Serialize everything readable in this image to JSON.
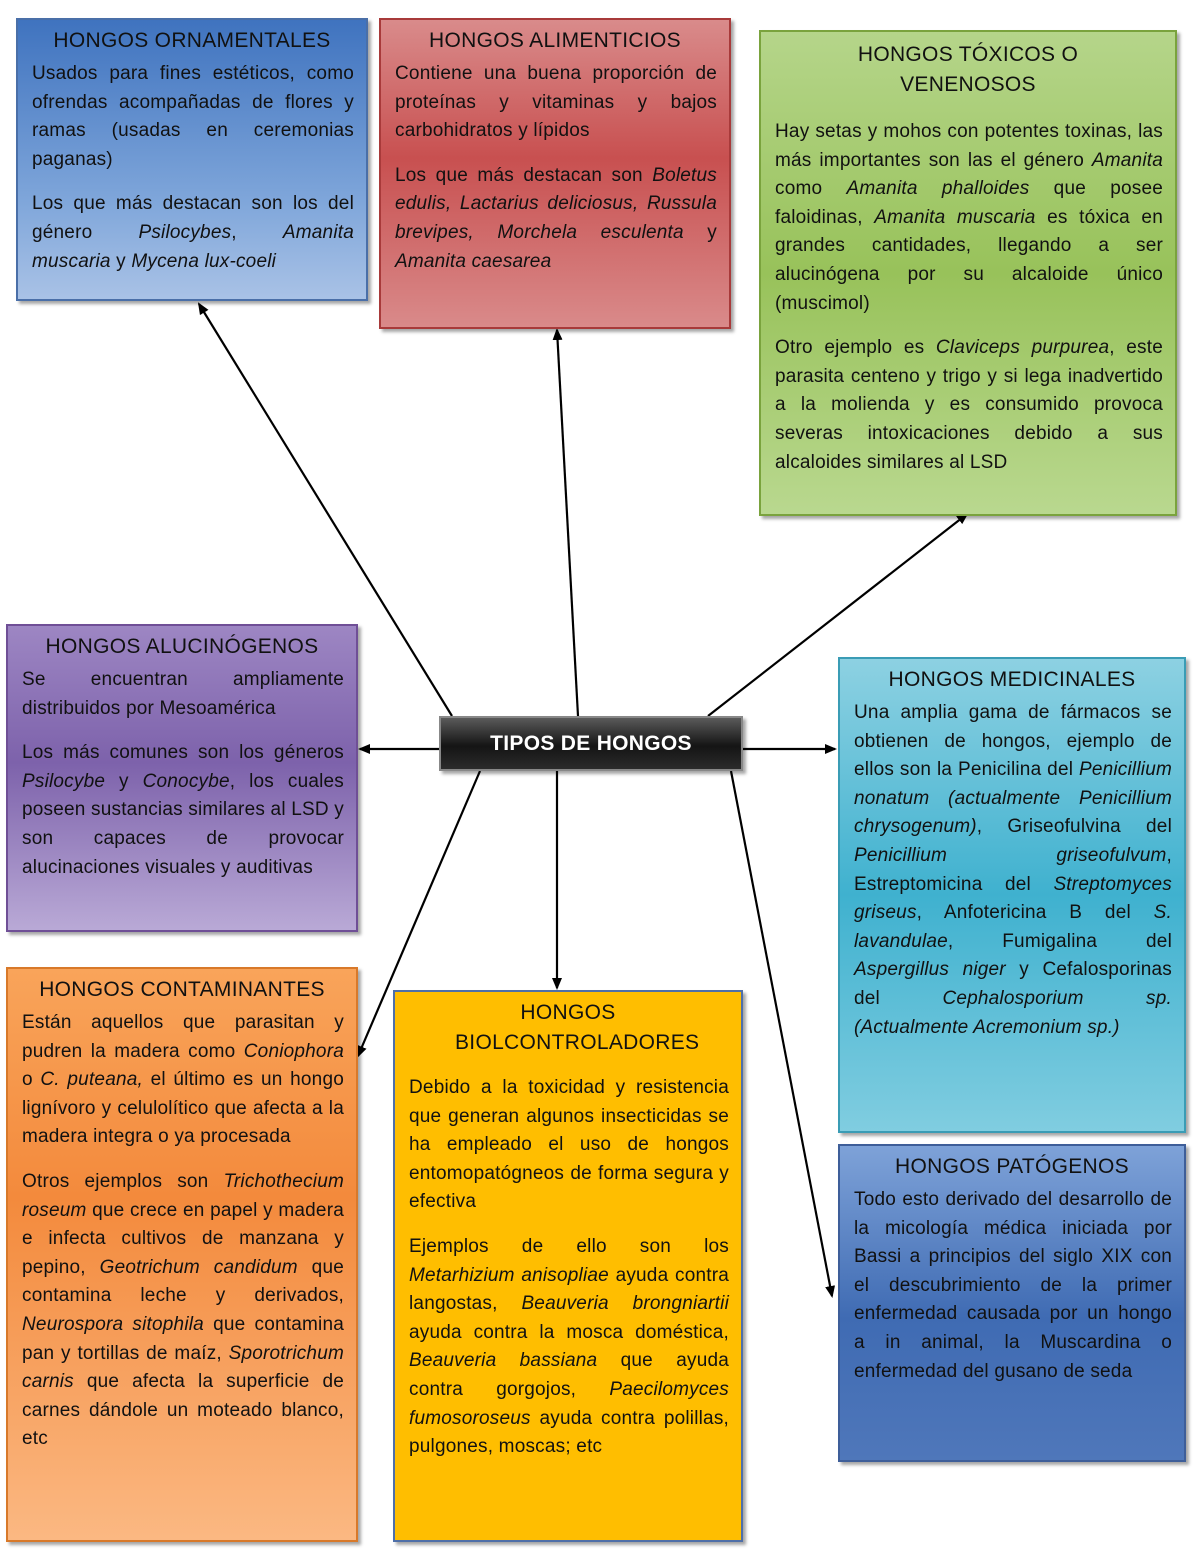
{
  "center": {
    "label": "TIPOS DE HONGOS"
  },
  "ornamentales": {
    "title": "HONGOS ORNAMENTALES",
    "p1": "Usados para fines estéticos, como ofrendas acompañadas de flores y ramas (usadas en ceremonias paganas)",
    "p2a": "Los que más destacan son los del género ",
    "p2b": "Psilocybes",
    "p2c": ", ",
    "p2d": "Amanita muscaria",
    "p2e": " y ",
    "p2f": "Mycena lux-coeli"
  },
  "alimenticios": {
    "title": "HONGOS ALIMENTICIOS",
    "p1": "Contiene una buena proporción de proteínas y vitaminas y bajos carbohidratos y lípidos",
    "p2a": "Los que más destacan son ",
    "p2b": "Boletus edulis, Lactarius deliciosus, Russula brevipes, Morchela esculenta",
    "p2c": " y ",
    "p2d": "Amanita caesarea"
  },
  "toxicos": {
    "title": "HONGOS TÓXICOS O VENENOSOS",
    "p1a": "Hay setas y mohos con potentes toxinas, las más importantes son las el género ",
    "p1b": "Amanita",
    "p1c": " como ",
    "p1d": "Amanita phalloides",
    "p1e": " que posee faloidinas, ",
    "p1f": "Amanita muscaria",
    "p1g": " es tóxica en grandes cantidades, llegando a ser alucinógena por su alcaloide único (muscimol)",
    "p2a": "Otro ejemplo es ",
    "p2b": "Claviceps purpurea",
    "p2c": ", este parasita centeno y trigo y si lega inadvertido a la molienda y es consumido provoca severas intoxicaciones debido a sus alcaloides similares al LSD"
  },
  "alucinogenos": {
    "title": "HONGOS ALUCINÓGENOS",
    "p1": "Se encuentran ampliamente distribuidos por Mesoamérica",
    "p2a": "Los más comunes son los géneros ",
    "p2b": "Psilocybe",
    "p2c": " y ",
    "p2d": "Conocybe",
    "p2e": ", los cuales poseen sustancias similares al LSD y son capaces de provocar alucinaciones visuales y auditivas"
  },
  "medicinales": {
    "title": "HONGOS MEDICINALES",
    "p1a": "Una amplia gama de fármacos se obtienen de hongos, ejemplo de ellos son la Penicilina del ",
    "p1b": "Penicillium nonatum (actualmente Penicillium chrysogenum)",
    "p1c": ", Griseofulvina del ",
    "p1d": "Penicillium griseofulvum",
    "p1e": ", Estreptomicina del ",
    "p1f": "Streptomyces griseus",
    "p1g": ", Anfotericina B del ",
    "p1h": "S. lavandulae",
    "p1i": ", Fumigalina del ",
    "p1j": "Aspergillus niger",
    "p1k": " y Cefalosporinas del ",
    "p1l": "Cephalosporium sp. (Actualmente Acremonium sp.)"
  },
  "contaminantes": {
    "title": "HONGOS CONTAMINANTES",
    "p1a": "Están aquellos que parasitan y pudren la madera como ",
    "p1b": "Coniophora",
    "p1c": " o ",
    "p1d": "C. puteana,",
    "p1e": " el último es un hongo lignívoro y celulolítico que afecta a la madera integra o ya procesada",
    "p2a": "Otros ejemplos son ",
    "p2b": "Trichothecium roseum",
    "p2c": " que crece en papel y madera e infecta cultivos de manzana y pepino, ",
    "p2d": "Geotrichum candidum",
    "p2e": " que contamina leche y derivados, ",
    "p2f": "Neurospora sitophila",
    "p2g": " que contamina pan y tortillas de maíz, ",
    "p2h": "Sporotrichum carnis",
    "p2i": " que afecta la superficie de carnes dándole un moteado blanco, etc"
  },
  "biocontroladores": {
    "title": "HONGOS BIOLCONTROLADORES",
    "p1": "Debido a la toxicidad y resistencia que generan algunos insecticidas se ha empleado el uso de hongos entomopatógneos de forma segura y efectiva",
    "p2a": "Ejemplos de ello son los ",
    "p2b": "Metarhizium anisopliae",
    "p2c": " ayuda contra langostas, ",
    "p2d": "Beauveria brongniartii",
    "p2e": " ayuda contra la mosca doméstica, ",
    "p2f": "Beauveria bassiana",
    "p2g": " que ayuda contra gorgojos, ",
    "p2h": "Paecilomyces fumosoroseus",
    "p2i": " ayuda contra polillas, pulgones, moscas; etc"
  },
  "patogenos": {
    "title": "HONGOS PATÓGENOS",
    "p1": "Todo esto derivado del desarrollo de la micología médica iniciada por Bassi a principios del siglo XIX con el descubrimiento de la primer enfermedad causada por un hongo a in animal, la Muscardina o enfermedad del gusano de seda"
  }
}
